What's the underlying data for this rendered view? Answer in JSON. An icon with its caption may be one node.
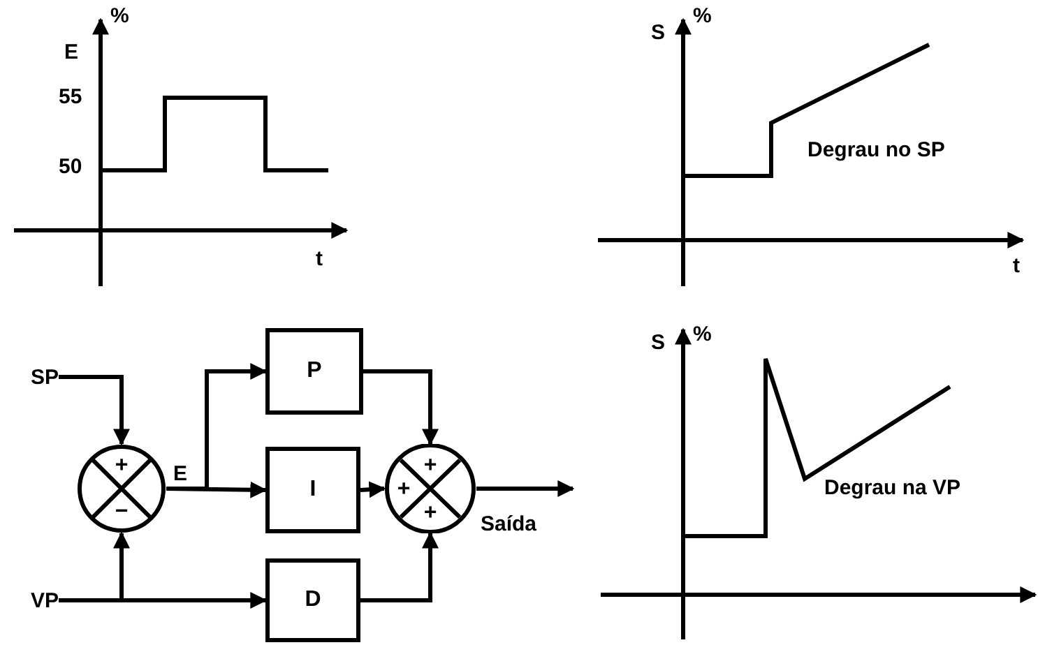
{
  "diagram": {
    "nodes": [
      {
        "text": [
          "SP"
        ]
      },
      {
        "text": [
          "P"
        ]
      },
      {
        "text": [
          "+",
          "−"
        ]
      },
      {
        "text": [
          "I"
        ]
      },
      {
        "text": [
          "+",
          "+",
          "+"
        ]
      },
      {
        "text": [
          "VP"
        ]
      },
      {
        "text": [
          "D"
        ]
      }
    ],
    "edges": [
      {
        "from": 0,
        "to": 2,
        "arrow": "to"
      },
      {
        "from": 2,
        "to": 1,
        "arrow": "to"
      },
      {
        "from": 2,
        "to": 3,
        "arrow": "to",
        "label": "E"
      },
      {
        "from": 1,
        "to": 4,
        "arrow": "to"
      },
      {
        "from": 3,
        "to": 4,
        "arrow": "to"
      },
      {
        "from": 5,
        "to": 2,
        "arrow": "to"
      },
      {
        "from": 5,
        "to": 6,
        "arrow": "to"
      },
      {
        "from": 6,
        "to": 4,
        "arrow": "to"
      },
      {
        "from": 4,
        "to": null,
        "arrow": "to",
        "label": "Saída"
      }
    ],
    "labels": [
      "%",
      "E",
      "55",
      "50",
      "t",
      "S",
      "%",
      "Degrau no SP",
      "t",
      "S",
      "%",
      "Degrau na VP"
    ]
  }
}
